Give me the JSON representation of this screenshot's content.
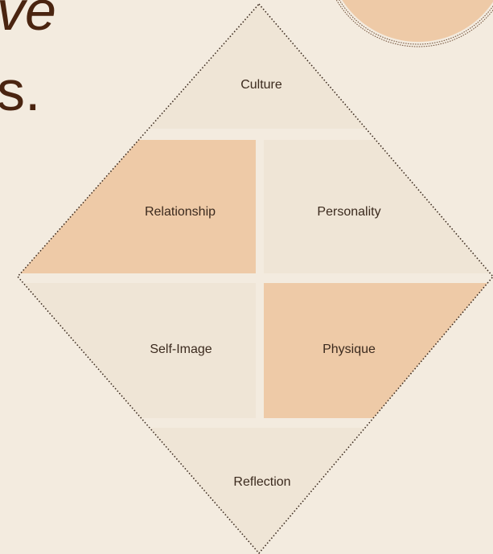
{
  "heading": {
    "line_top": "ve",
    "line_bottom": "s."
  },
  "diagram": {
    "segments": [
      {
        "key": "culture",
        "label": "Culture",
        "fill": "#efe5d6"
      },
      {
        "key": "relationship",
        "label": "Relationship",
        "fill": "#eecaa7"
      },
      {
        "key": "personality",
        "label": "Personality",
        "fill": "#efe5d6"
      },
      {
        "key": "self_image",
        "label": "Self-Image",
        "fill": "#efe5d6"
      },
      {
        "key": "physique",
        "label": "Physique",
        "fill": "#eecaa7"
      },
      {
        "key": "reflection",
        "label": "Reflection",
        "fill": "#efe5d6"
      }
    ]
  },
  "colors": {
    "background": "#f3ebdf",
    "text_dark": "#4a2410",
    "accent_peach": "#eecaa7",
    "cream": "#efe5d6",
    "outline": "#3b2a1e"
  }
}
